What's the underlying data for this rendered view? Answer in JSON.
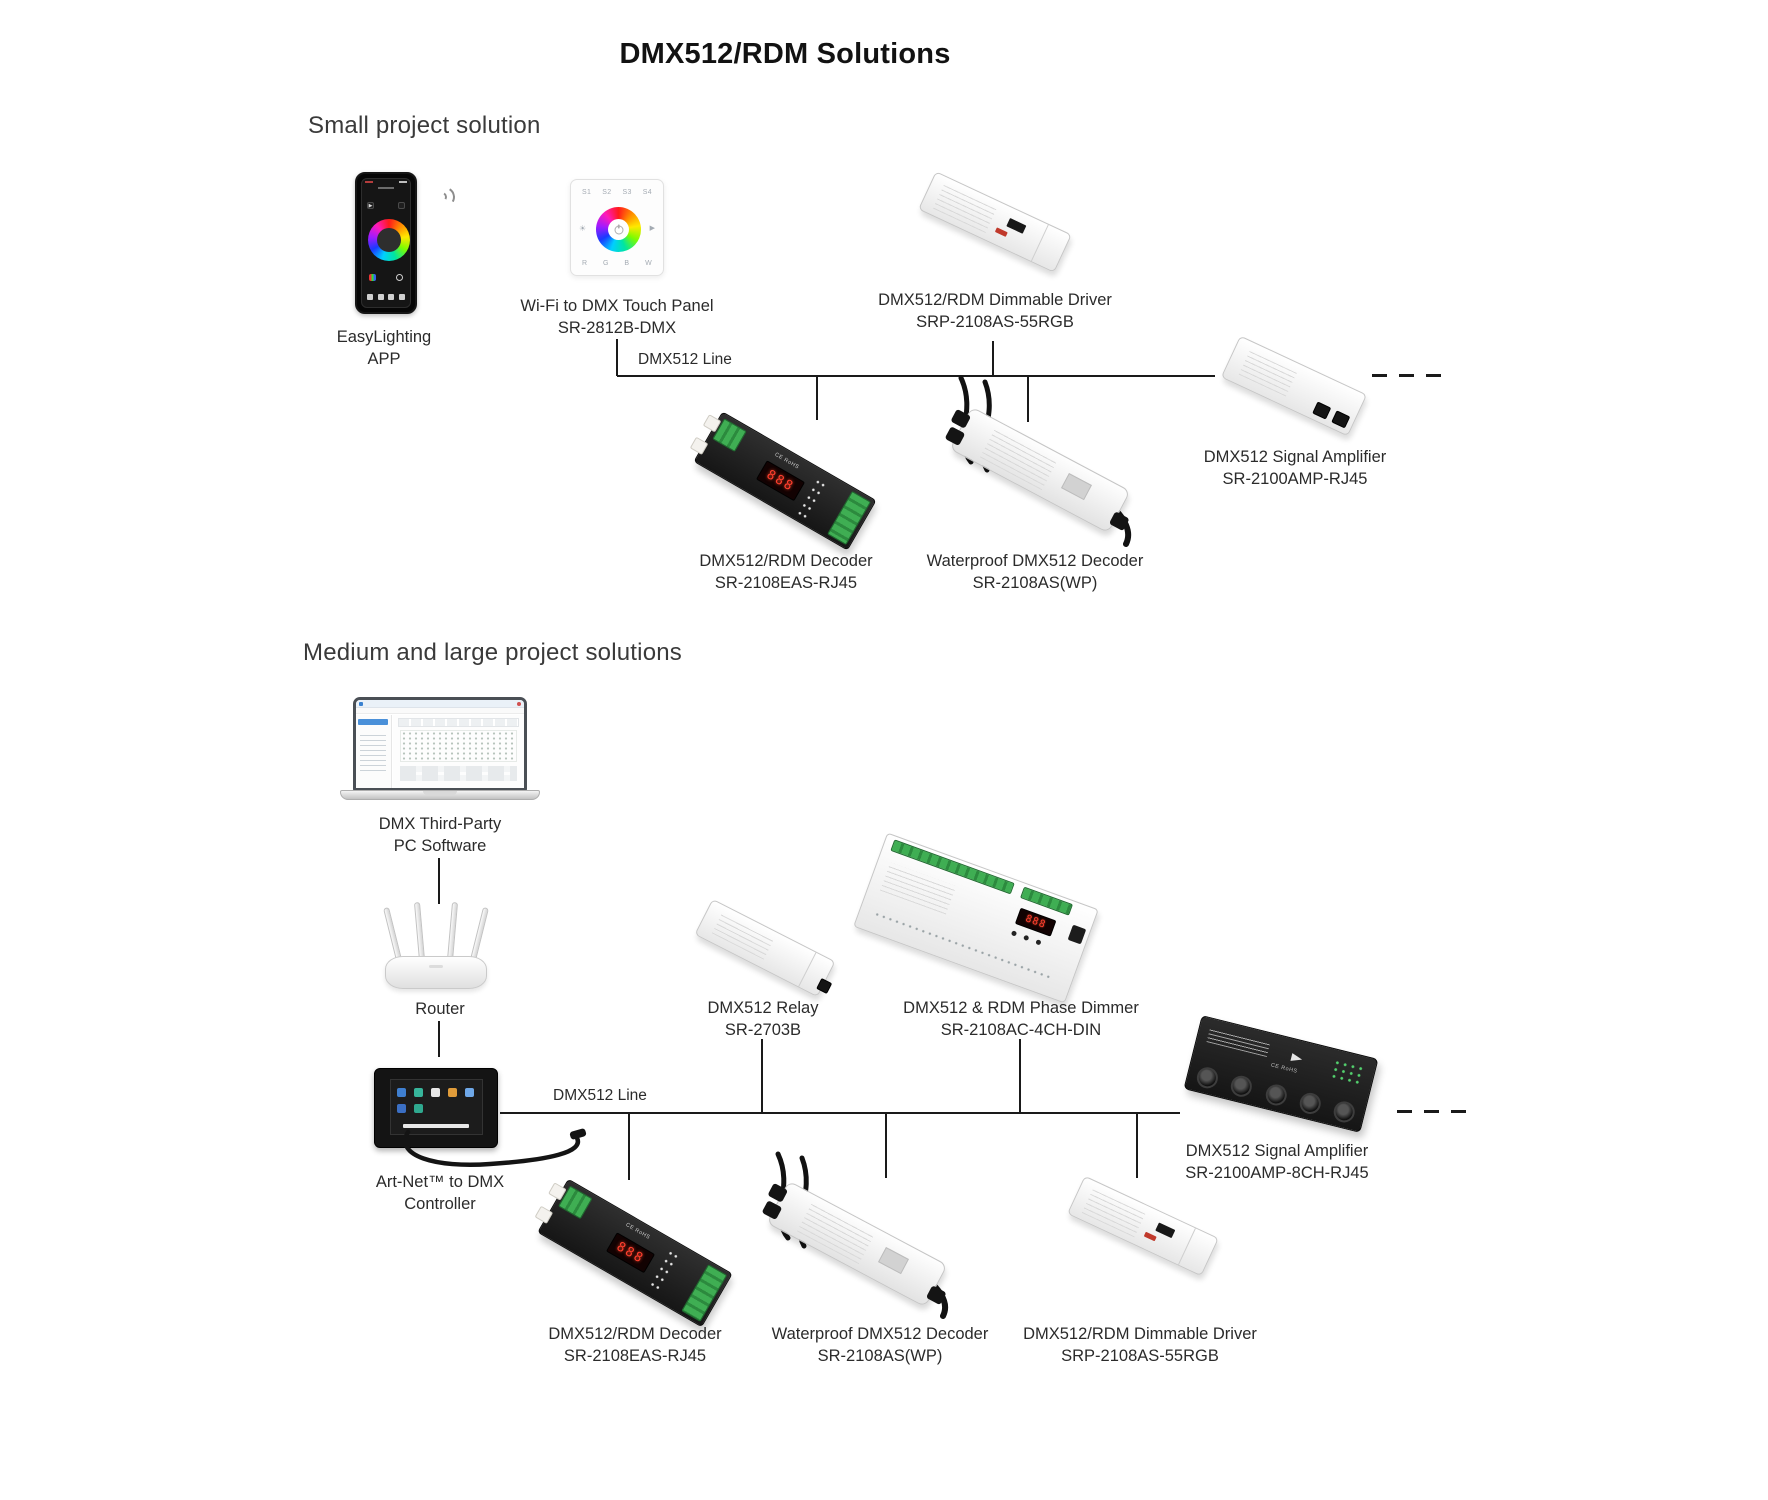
{
  "page": {
    "title": "DMX512/RDM Solutions"
  },
  "small_section": {
    "heading": "Small project solution",
    "bus_label": "DMX512 Line",
    "app_label_line1": "EasyLighting",
    "app_label_line2": "APP",
    "touch_panel": {
      "name": "Wi-Fi to DMX Touch Panel",
      "model": "SR-2812B-DMX",
      "scene_keys": [
        "S1",
        "S2",
        "S3",
        "S4"
      ],
      "color_keys": [
        "R",
        "G",
        "B",
        "W"
      ]
    },
    "driver": {
      "name": "DMX512/RDM Dimmable Driver",
      "model": "SRP-2108AS-55RGB"
    },
    "amplifier": {
      "name": "DMX512 Signal Amplifier",
      "model": "SR-2100AMP-RJ45"
    },
    "decoder": {
      "name": "DMX512/RDM Decoder",
      "model": "SR-2108EAS-RJ45",
      "display": "888",
      "marking": "CE RoHS"
    },
    "waterproof_decoder": {
      "name": "Waterproof DMX512 Decoder",
      "model": "SR-2108AS(WP)"
    }
  },
  "medium_section": {
    "heading": "Medium and large project solutions",
    "bus_label": "DMX512 Line",
    "pc_label_line1": "DMX Third-Party",
    "pc_label_line2": "PC Software",
    "router_label": "Router",
    "artnet_label_line1": "Art-Net™ to DMX",
    "artnet_label_line2": "Controller",
    "relay": {
      "name": "DMX512 Relay",
      "model": "SR-2703B"
    },
    "phase_dimmer": {
      "name": "DMX512 & RDM Phase Dimmer",
      "model": "SR-2108AC-4CH-DIN",
      "display": "888"
    },
    "amplifier": {
      "name": "DMX512 Signal Amplifier",
      "model": "SR-2100AMP-8CH-RJ45",
      "marking": "CE RoHS"
    },
    "decoder": {
      "name": "DMX512/RDM Decoder",
      "model": "SR-2108EAS-RJ45",
      "display": "888",
      "marking": "CE RoHS"
    },
    "waterproof_decoder": {
      "name": "Waterproof DMX512 Decoder",
      "model": "SR-2108AS(WP)"
    },
    "driver": {
      "name": "DMX512/RDM Dimmable Driver",
      "model": "SRP-2108AS-55RGB"
    }
  },
  "colors": {
    "line": "#1a1a1a",
    "text": "#2b2b2b",
    "heading": "#3a3a3a",
    "display_red": "#ff3f2e",
    "terminal_green": "#3fae53"
  }
}
